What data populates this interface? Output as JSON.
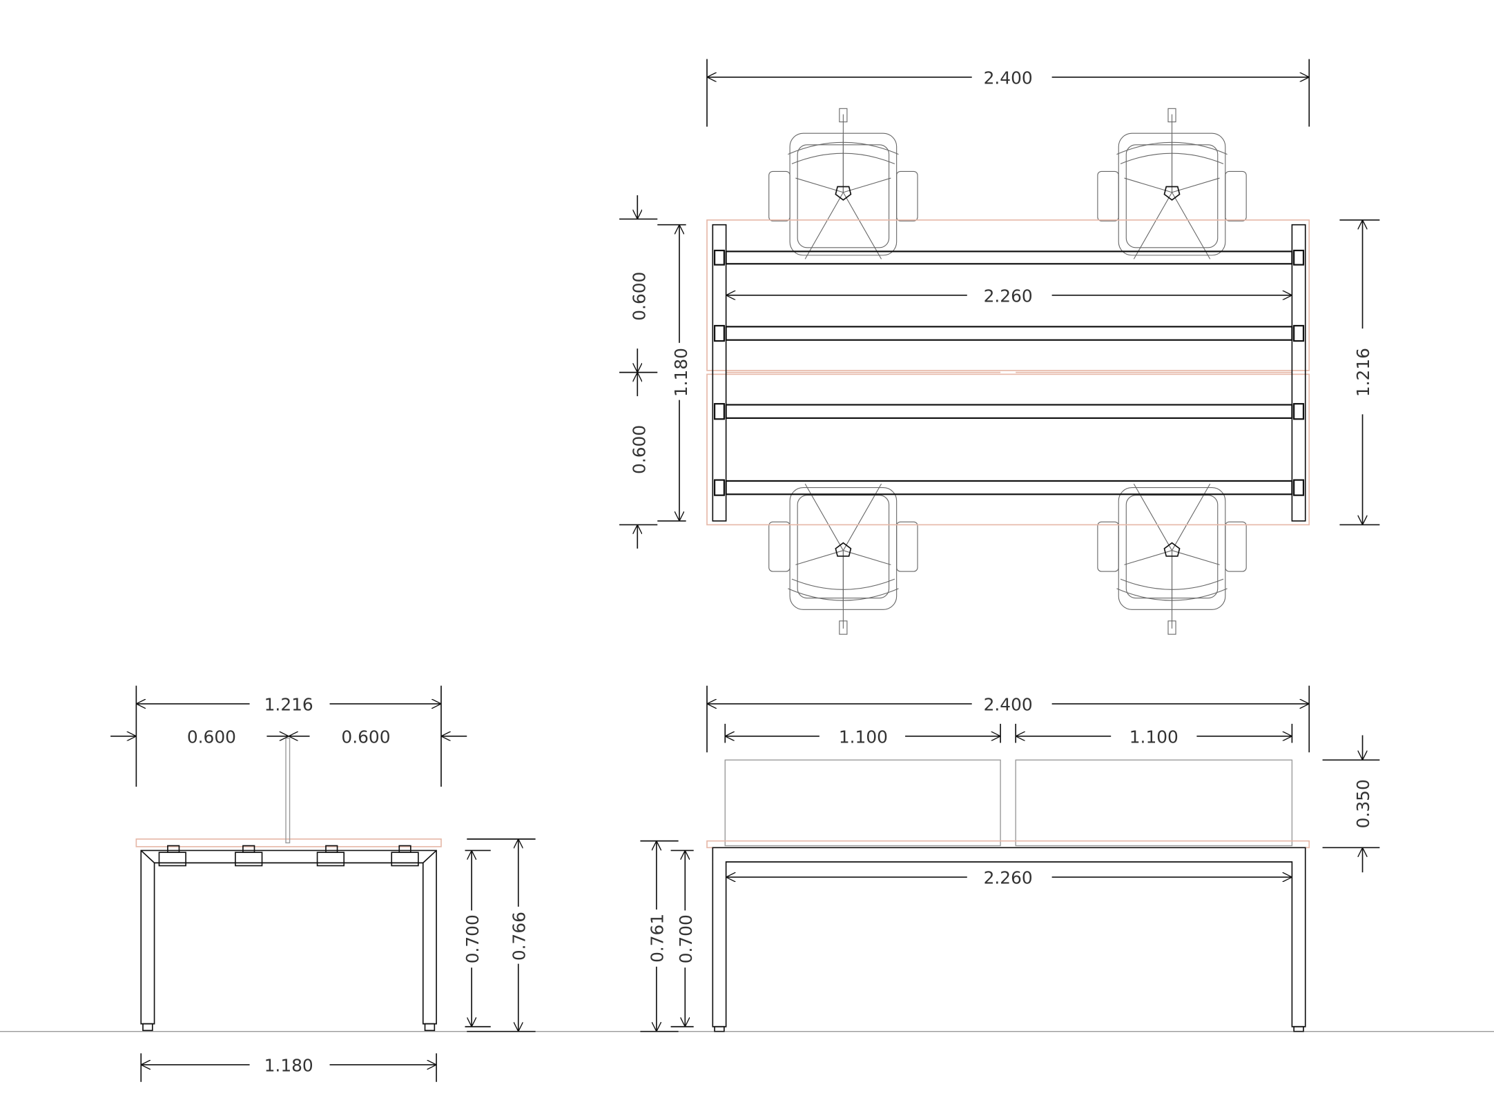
{
  "plan_view": {
    "overall_length": "2.400",
    "inner_length": "2.260",
    "left_depth_1": "0.600",
    "left_depth_2": "0.600",
    "frame_depth": "1.180",
    "overall_depth": "1.216"
  },
  "side_elevation": {
    "overall_depth": "1.216",
    "depth_left": "0.600",
    "depth_right": "0.600",
    "frame_height": "0.700",
    "overall_height": "0.766",
    "frame_depth": "1.180"
  },
  "front_elevation": {
    "overall_length": "2.400",
    "screen_left": "1.100",
    "screen_right": "1.100",
    "screen_height": "0.350",
    "inner_length": "2.260",
    "overall_height": "0.761",
    "frame_height": "0.700"
  },
  "colors": {
    "line": "#111111",
    "top_outline": "#e6b8a8",
    "ground": "#999999"
  }
}
